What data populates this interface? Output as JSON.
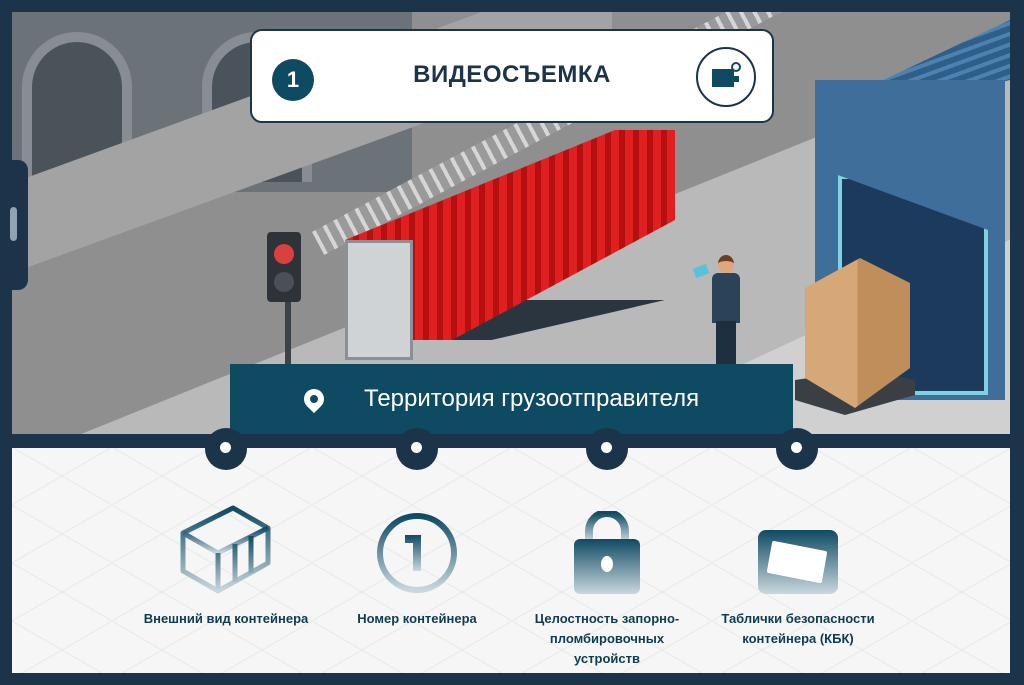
{
  "header": {
    "step_number": "1",
    "title": "ВИДЕОСЪЕМКА",
    "icon": "video-camera-icon"
  },
  "location": {
    "label": "Территория грузоотправителя",
    "icon": "location-pin-icon"
  },
  "colors": {
    "frame": "#1c3449",
    "accent": "#0f4a63",
    "container": "#e02020"
  },
  "items": [
    {
      "label": "Внешний вид контейнера",
      "icon": "container-icon"
    },
    {
      "label": "Номер контейнера",
      "icon": "number-circle-icon"
    },
    {
      "label": "Целостность запорно-пломбировочных устройств",
      "icon": "padlock-icon"
    },
    {
      "label": "Таблички безопасности контейнера (КБК)",
      "icon": "plate-icon"
    }
  ]
}
